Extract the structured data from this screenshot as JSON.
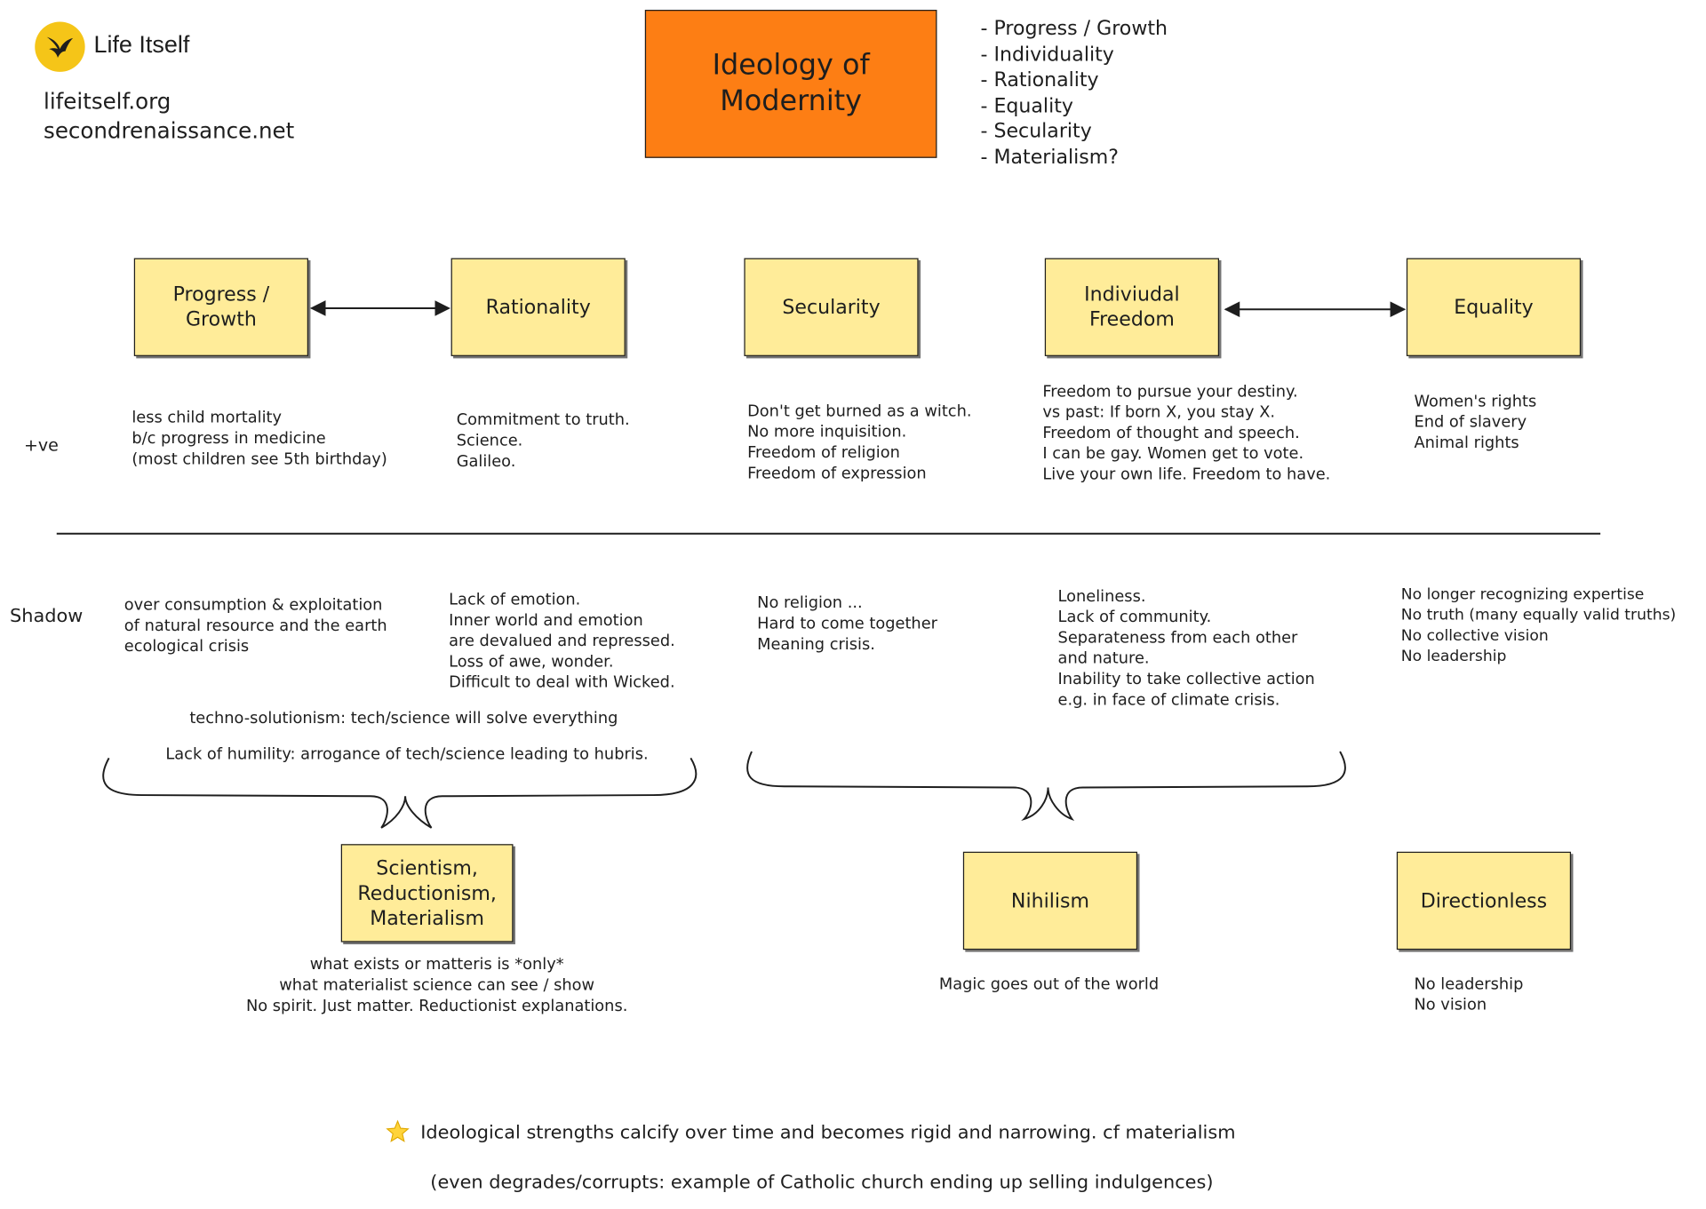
{
  "header": {
    "logo_text": "Life Itself",
    "links": [
      "lifeitself.org",
      "secondrenaissance.net"
    ]
  },
  "title": "Ideology of Modernity",
  "title_list": [
    "- Progress / Growth",
    "- Individuality",
    "- Rationality",
    "- Equality",
    "- Secularity",
    "- Materialism?"
  ],
  "row_labels": {
    "positive": "+ve",
    "shadow": "Shadow"
  },
  "pillars": [
    {
      "label": "Progress / Growth",
      "positive": [
        "less child mortality",
        "b/c progress in medicine",
        "(most children see 5th birthday)"
      ],
      "shadow": [
        "over consumption & exploitation",
        "of natural resource and the earth",
        "",
        "ecological crisis"
      ]
    },
    {
      "label": "Rationality",
      "positive": [
        "Commitment to truth.",
        "Science.",
        "Galileo."
      ],
      "shadow": [
        "Lack of emotion.",
        "Inner world and emotion",
        "are devalued and repressed.",
        "Loss of awe, wonder.",
        "Difficult to deal with Wicked."
      ]
    },
    {
      "label": "Secularity",
      "positive": [
        "Don't get burned as a witch.",
        "No more inquisition.",
        "Freedom of religion",
        "Freedom of expression"
      ],
      "shadow": [
        "No religion ...",
        "",
        "Hard to come together",
        "",
        "Meaning crisis."
      ]
    },
    {
      "label": "Indiviudal Freedom",
      "positive": [
        "Freedom to pursue your destiny.",
        "vs past: If born X, you stay X.",
        "",
        "Freedom of thought and speech.",
        "I can be gay. Women get to vote.",
        "Live your own life. Freedom to have."
      ],
      "shadow": [
        "Loneliness.",
        "Lack of community.",
        "Separateness from each other",
        "and nature.",
        "Inability to take collective action",
        "e.g. in face of climate crisis."
      ]
    },
    {
      "label": "Equality",
      "positive": [
        "Women's rights",
        "End of slavery",
        "Animal rights"
      ],
      "shadow": [
        "No longer recognizing expertise",
        "No truth (many equally valid truths)",
        "No collective vision",
        "No leadership"
      ]
    }
  ],
  "shared_shadow": [
    "techno-solutionism: tech/science will solve everything",
    "Lack of humility: arrogance of tech/science leading to hubris."
  ],
  "outcomes": [
    {
      "label": "Scientism, Reductionism, Materialism",
      "notes": [
        "what exists or matteris is *only*",
        "what materialist science can see / show",
        "",
        "No spirit. Just matter. Reductionist explanations."
      ]
    },
    {
      "label": "Nihilism",
      "notes": [
        "Magic goes out of the world"
      ]
    },
    {
      "label": "Directionless",
      "notes": [
        "No leadership",
        "No vision"
      ]
    }
  ],
  "footer": {
    "star_icon": "star-icon",
    "line1": "Ideological strengths calcify over time and becomes rigid and narrowing. cf materialism",
    "line2": "(even degrades/corrupts: example of Catholic church ending up selling indulgences)"
  },
  "colors": {
    "title_box": "#fd7e14",
    "concept_box": "#ffec99",
    "logo": "#f5c518",
    "ink": "#1e1e1e"
  }
}
